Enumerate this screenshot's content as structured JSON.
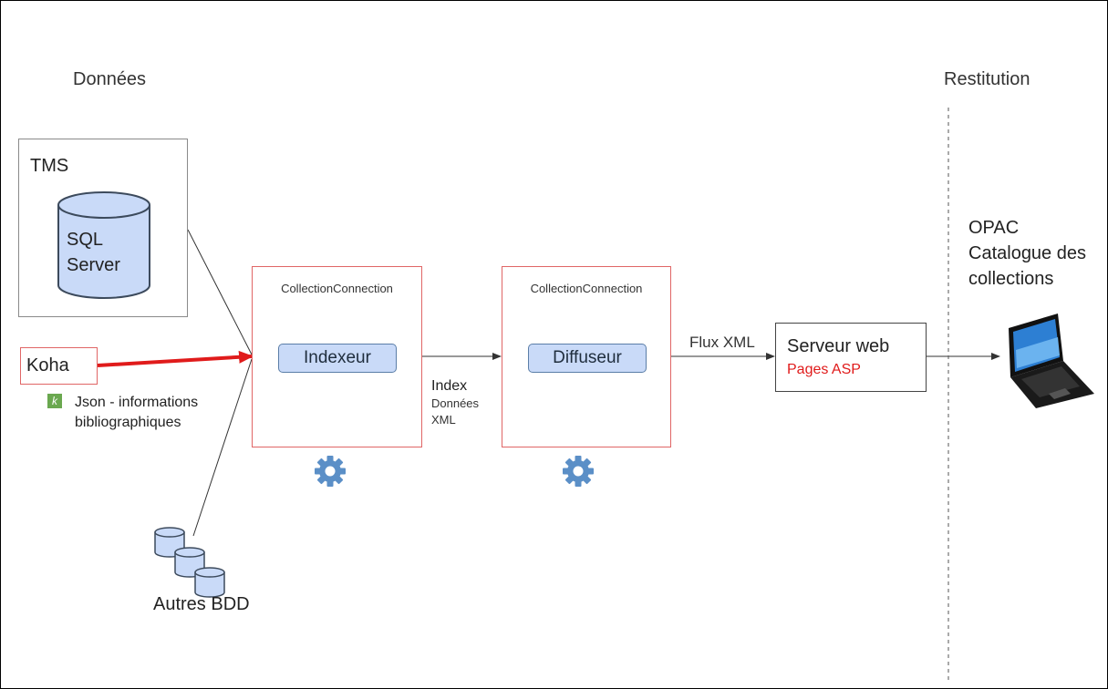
{
  "headings": {
    "left": "Données",
    "right": "Restitution"
  },
  "tms": {
    "label": "TMS",
    "db_line1": "SQL",
    "db_line2": "Server"
  },
  "koha": {
    "label": "Koha",
    "caption_line1": "Json - informations",
    "caption_line2": "bibliographiques",
    "badge": "k"
  },
  "autres": {
    "label": "Autres BDD"
  },
  "indexer_box": {
    "title": "CollectionConnection",
    "pill": "Indexeur"
  },
  "diffuser_box": {
    "title": "CollectionConnection",
    "pill": "Diffuseur"
  },
  "index_label": {
    "line1": "Index",
    "line2": "Données",
    "line3": "XML"
  },
  "flux_label": "Flux XML",
  "web_server": {
    "title": "Serveur web",
    "subtitle": "Pages ASP"
  },
  "opac": {
    "line1": "OPAC",
    "line2": "Catalogue des",
    "line3": "collections"
  },
  "colors": {
    "cc_border": "#e06666",
    "koha_arrow": "#e01b1b",
    "pill_fill": "#c9daf8",
    "gear": "#5b8fc7",
    "asp_text": "#e01b1b"
  },
  "icons": {
    "database": "database-icon",
    "gear": "gear-icon",
    "laptop": "laptop-icon",
    "koha": "koha-badge-icon"
  }
}
